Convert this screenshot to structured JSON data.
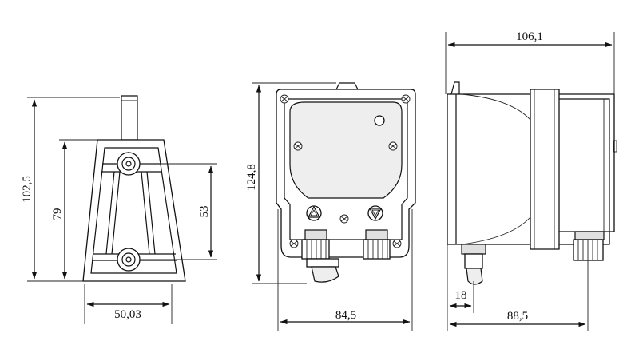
{
  "dimensions": {
    "mount_height": "102,5",
    "mount_hole_to_bottom": "79",
    "hole_spacing": "53",
    "mount_width": "50,03",
    "front_height": "124,8",
    "front_width": "84,5",
    "side_total_depth": "106,1",
    "side_gland_offset": "18",
    "side_depth": "88,5"
  }
}
